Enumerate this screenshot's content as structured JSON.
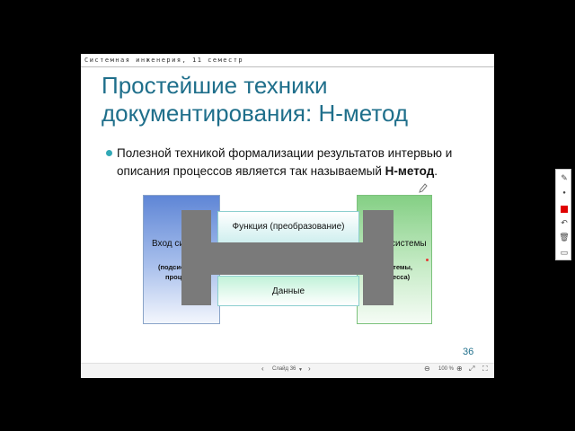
{
  "slide": {
    "header": "Системная инженерия, 11 семестр",
    "title_line1": "Простейшие техники",
    "title_line2": "документирования: Н-метод",
    "bullet_text": "Полезной техникой формализации результатов интервью и описания процессов является так называемый ",
    "bullet_bold": "Н-метод",
    "bullet_end": ".",
    "diagram": {
      "function_label": "Функция (преобразование)",
      "data_label": "Данные",
      "input_label": "Вход си",
      "input_sub1": "(подсис",
      "input_sub2": "проц",
      "output_label": "системы",
      "output_sub1": "стемы,",
      "output_sub2": "есса)"
    },
    "page_number": "36"
  },
  "bottombar": {
    "slide_label": "Слайд 36",
    "zoom": "100 %"
  },
  "colors": {
    "title": "#1f6f8b",
    "bullet": "#32a9b6",
    "h_shape": "#7a7a7a",
    "pen_color": "#e00000"
  },
  "icons": {
    "pen": "pen-icon",
    "color": "color-swatch-icon",
    "undo": "undo-icon",
    "trash": "trash-icon",
    "minimize": "minimize-icon"
  }
}
